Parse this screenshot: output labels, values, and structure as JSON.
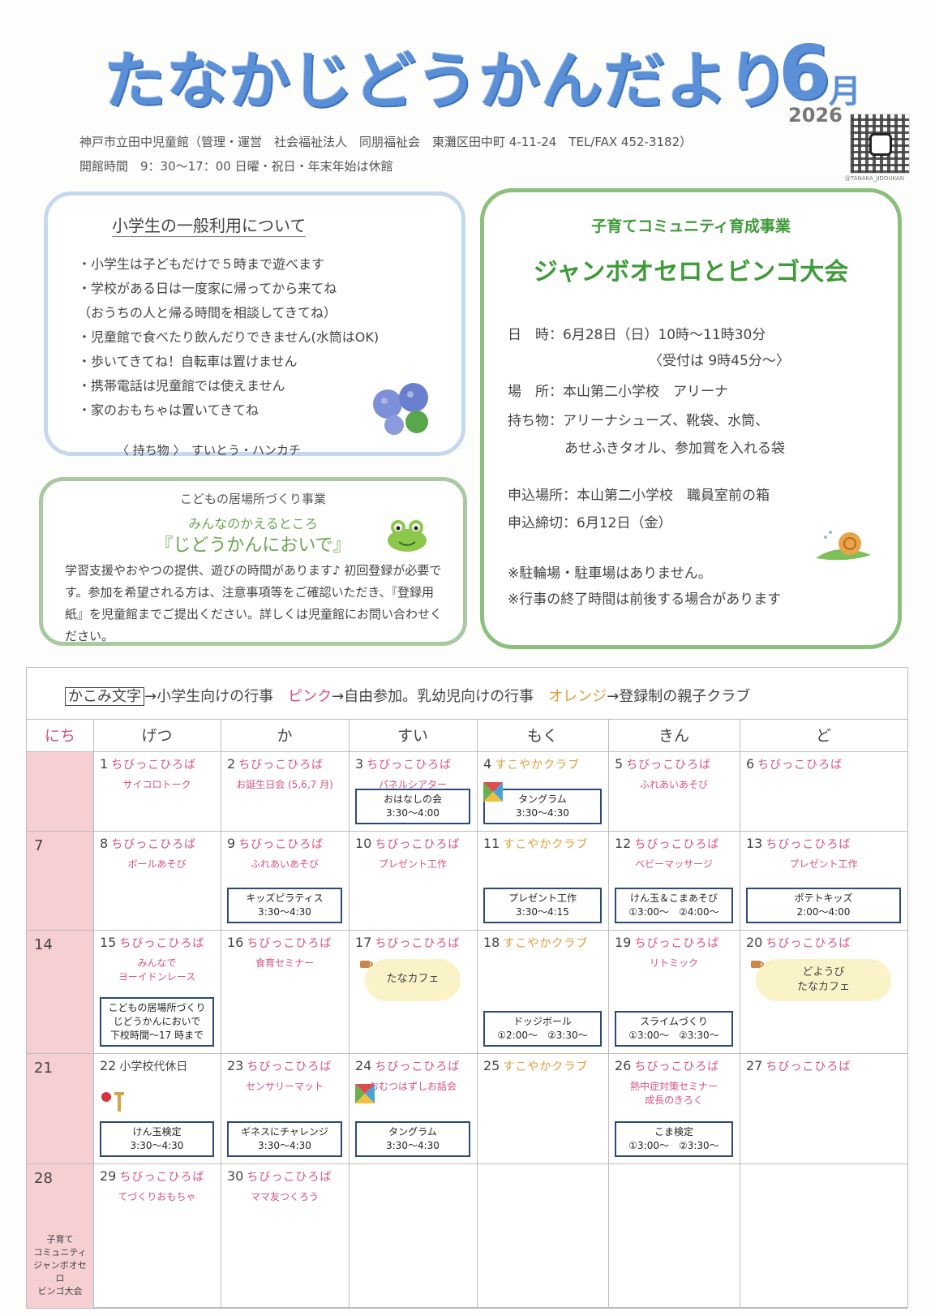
{
  "header": {
    "title": "たなかじどうかんだより",
    "month_num": "6",
    "month_kanji": "月",
    "year": "2026",
    "info_line1": "神戸市立田中児童館（管理・運営　社会福祉法人　同朋福祉会　東灘区田中町 4-11-24　TEL/FAX 452-3182）",
    "info_line2": "開館時間　9：30～17：00 日曜・祝日・年末年始は休館",
    "qr_caption": "@TANAKA_JIDOUKAN"
  },
  "rules": {
    "title": "小学生の一般利用について",
    "lines": [
      "・小学生は子どもだけで５時まで遊べます",
      "・学校がある日は一度家に帰ってから来てね",
      "（おうちの人と帰る時間を相談してきてね）",
      "・児童館で食べたり飲んだりできません(水筒はOK)",
      "・歩いてきてね！自転車は置けません",
      "・携帯電話は児童館では使えません",
      "・家のおもちゃは置いてきてね"
    ],
    "items": "〈 持ち物 〉　すいとう・ハンカチ"
  },
  "oide": {
    "sub1": "こどもの居場所づくり事業",
    "sub2": "みんなのかえるところ",
    "title": "『じどうかんにおいで』",
    "body": "学習支援やおやつの提供、遊びの時間があります♪ 初回登録が必要です。参加を希望される方は、注意事項等をご確認いただき、『登録用紙』を児童館までご提出ください。詳しくは児童館にお問い合わせください。"
  },
  "event": {
    "subtitle": "子育てコミュニティ育成事業",
    "title": "ジャンボオセロとビンゴ大会",
    "lines": [
      "日　時：6月28日（日）10時～11時30分",
      "〈受付は 9時45分～〉",
      "場　所：本山第二小学校　アリーナ",
      "持ち物：アリーナシューズ、靴袋、水筒、",
      "あせふきタオル、参加賞を入れる袋",
      "申込場所：本山第二小学校　職員室前の箱",
      "申込締切：6月12日（金）",
      "※駐輪場・駐車場はありません。",
      "※行事の終了時間は前後する場合があります"
    ]
  },
  "calendar": {
    "legend": {
      "boxed": "かこみ文字",
      "part1": "→小学生向けの行事　",
      "pink": "ピンク",
      "part2": "→自由参加。乳幼児向けの行事　",
      "orange": "オレンジ",
      "part3": "→登録制の親子クラブ"
    },
    "day_headers": [
      "にち",
      "げつ",
      "か",
      "すい",
      "もく",
      "きん",
      "ど"
    ],
    "sundays": [
      "7",
      "14",
      "21",
      "28"
    ],
    "sunday_event": "子育て\nコミュニティ\nジャンボオセロ\nビンゴ大会",
    "cells": [
      {
        "num": "1",
        "label": "ちびっこひろば",
        "type": "pink",
        "sub": "サイコロトーク"
      },
      {
        "num": "2",
        "label": "ちびっこひろば",
        "type": "pink",
        "sub": "お誕生日会 (5,6,7 月)"
      },
      {
        "num": "3",
        "label": "ちびっこひろば",
        "type": "pink",
        "sub": "パネルシアター",
        "box": "おはなしの会\n3:30～4:00"
      },
      {
        "num": "4",
        "label": "すこやかクラブ",
        "type": "orange",
        "box": "タングラム\n3:30～4:30"
      },
      {
        "num": "5",
        "label": "ちびっこひろば",
        "type": "pink",
        "sub": "ふれあいあそび"
      },
      {
        "num": "6",
        "label": "ちびっこひろば",
        "type": "pink"
      },
      {
        "num": "8",
        "label": "ちびっこひろば",
        "type": "pink",
        "sub": "ボールあそび"
      },
      {
        "num": "9",
        "label": "ちびっこひろば",
        "type": "pink",
        "sub": "ふれあいあそび",
        "box": "キッズピラティス\n3:30～4:30"
      },
      {
        "num": "10",
        "label": "ちびっこひろば",
        "type": "pink",
        "sub": "プレゼント工作"
      },
      {
        "num": "11",
        "label": "すこやかクラブ",
        "type": "orange",
        "box": "プレゼント工作\n3:30～4:15"
      },
      {
        "num": "12",
        "label": "ちびっこひろば",
        "type": "pink",
        "sub": "ベビーマッサージ",
        "box": "けん玉＆こまあそび\n①3:00～　②4:00～"
      },
      {
        "num": "13",
        "label": "ちびっこひろば",
        "type": "pink",
        "sub": "プレゼント工作",
        "box": "ポテトキッズ\n2:00～4:00"
      },
      {
        "num": "15",
        "label": "ちびっこひろば",
        "type": "pink",
        "sub": "みんなで\nヨーイドンレース",
        "box": "こどもの居場所づくり\nじどうかんにおいで\n下校時間～17 時まで"
      },
      {
        "num": "16",
        "label": "ちびっこひろば",
        "type": "pink",
        "sub": "食育セミナー"
      },
      {
        "num": "17",
        "label": "ちびっこひろば",
        "type": "pink",
        "cafe": "たなカフェ"
      },
      {
        "num": "18",
        "label": "すこやかクラブ",
        "type": "orange",
        "box": "ドッジボール\n①2:00～　②3:30～"
      },
      {
        "num": "19",
        "label": "ちびっこひろば",
        "type": "pink",
        "sub": "リトミック",
        "box": "スライムづくり\n①3:00～　②3:30～"
      },
      {
        "num": "20",
        "label": "ちびっこひろば",
        "type": "pink",
        "cafe": "どようび\nたなカフェ"
      },
      {
        "num": "22",
        "label": "小学校代休日",
        "type": "plain",
        "box": "けん玉検定\n3:30～4:30"
      },
      {
        "num": "23",
        "label": "ちびっこひろば",
        "type": "pink",
        "sub": "センサリーマット",
        "box": "ギネスにチャレンジ\n3:30～4:30"
      },
      {
        "num": "24",
        "label": "ちびっこひろば",
        "type": "pink",
        "sub": "おむつはずしお話会",
        "box": "タングラム\n3:30～4:30"
      },
      {
        "num": "25",
        "label": "すこやかクラブ",
        "type": "orange"
      },
      {
        "num": "26",
        "label": "ちびっこひろば",
        "type": "pink",
        "sub": "熱中症対策セミナー\n成長のきろく",
        "box": "こま検定\n①3:00～　②3:30～"
      },
      {
        "num": "27",
        "label": "ちびっこひろば",
        "type": "pink"
      },
      {
        "num": "29",
        "label": "ちびっこひろば",
        "type": "pink",
        "sub": "てづくりおもちゃ"
      },
      {
        "num": "30",
        "label": "ちびっこひろば",
        "type": "pink",
        "sub": "ママ友つくろう"
      }
    ]
  },
  "colors": {
    "title_blue": "#5b8fd6",
    "event_green": "#3f9a3a",
    "pink": "#d9507f",
    "orange": "#e39b3a",
    "sunday_bg": "#f6cfd3"
  },
  "icons": [
    "qr-code-icon",
    "hydrangea-icon",
    "frog-icon",
    "snail-icon",
    "tangram-icon",
    "kendama-icon",
    "coffee-cup-icon"
  ]
}
